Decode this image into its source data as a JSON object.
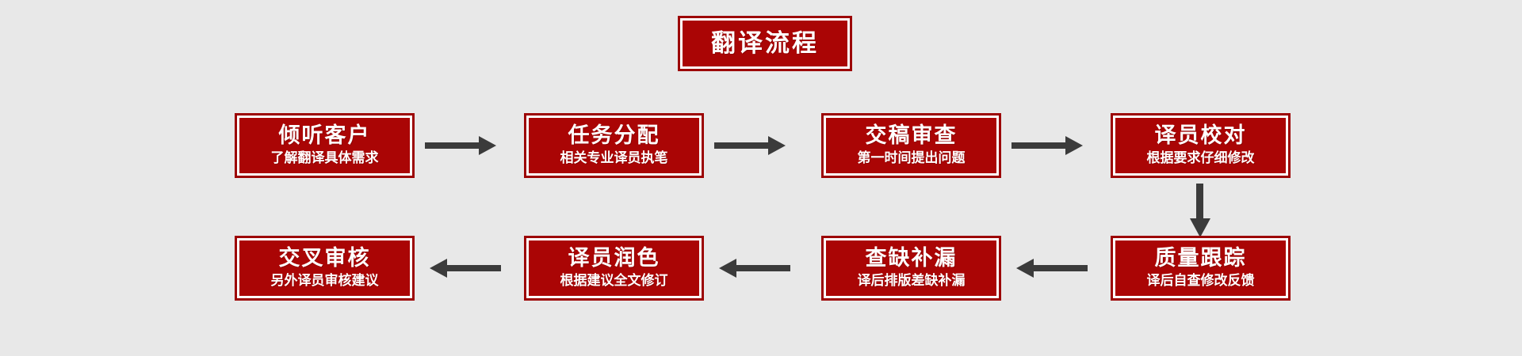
{
  "background_color": "#e8e8e8",
  "box_fill_color": "#aa0505",
  "box_border_color": "#9c0303",
  "box_inner_ring_color": "#ffffff",
  "text_color": "#ffffff",
  "arrow_color": "#3b3b3b",
  "header": {
    "title": "翻译流程"
  },
  "steps": [
    {
      "title": "倾听客户",
      "sub": "了解翻译具体需求"
    },
    {
      "title": "任务分配",
      "sub": "相关专业译员执笔"
    },
    {
      "title": "交稿审查",
      "sub": "第一时间提出问题"
    },
    {
      "title": "译员校对",
      "sub": "根据要求仔细修改"
    },
    {
      "title": "质量跟踪",
      "sub": "译后自查修改反馈"
    },
    {
      "title": "查缺补漏",
      "sub": "译后排版差缺补漏"
    },
    {
      "title": "译员润色",
      "sub": "根据建议全文修订"
    },
    {
      "title": "交叉审核",
      "sub": "另外译员审核建议"
    }
  ],
  "connectors": [
    {
      "name": "arrow-step1-to-step2",
      "direction": "right"
    },
    {
      "name": "arrow-step2-to-step3",
      "direction": "right"
    },
    {
      "name": "arrow-step3-to-step4",
      "direction": "right"
    },
    {
      "name": "arrow-step4-to-step5",
      "direction": "down"
    },
    {
      "name": "arrow-step5-to-step6",
      "direction": "left"
    },
    {
      "name": "arrow-step6-to-step7",
      "direction": "left"
    },
    {
      "name": "arrow-step7-to-step8",
      "direction": "left"
    }
  ]
}
